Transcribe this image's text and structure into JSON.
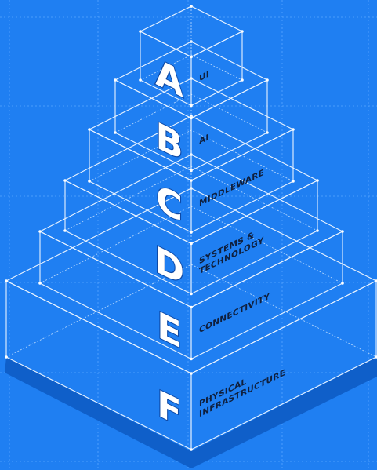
{
  "colors": {
    "background": "#1f7ff2",
    "face": "#2a8bff",
    "edge": "#e9f3ff",
    "shadow": "#0f5fc9",
    "letter_fill": "#ffffff",
    "letter_shadow": "#0d49a6",
    "label_text": "#0f1f3d"
  },
  "layers": [
    {
      "letter": "A",
      "lines": [
        "UI"
      ]
    },
    {
      "letter": "B",
      "lines": [
        "AI"
      ]
    },
    {
      "letter": "C",
      "lines": [
        "MIDDLEWARE"
      ]
    },
    {
      "letter": "D",
      "lines": [
        "SYSTEMS &",
        "TECHNOLOGY"
      ]
    },
    {
      "letter": "E",
      "lines": [
        "CONNECTIVITY"
      ]
    },
    {
      "letter": "F",
      "lines": [
        "PHYSICAL",
        "INFRASTRUCTURE"
      ]
    }
  ]
}
